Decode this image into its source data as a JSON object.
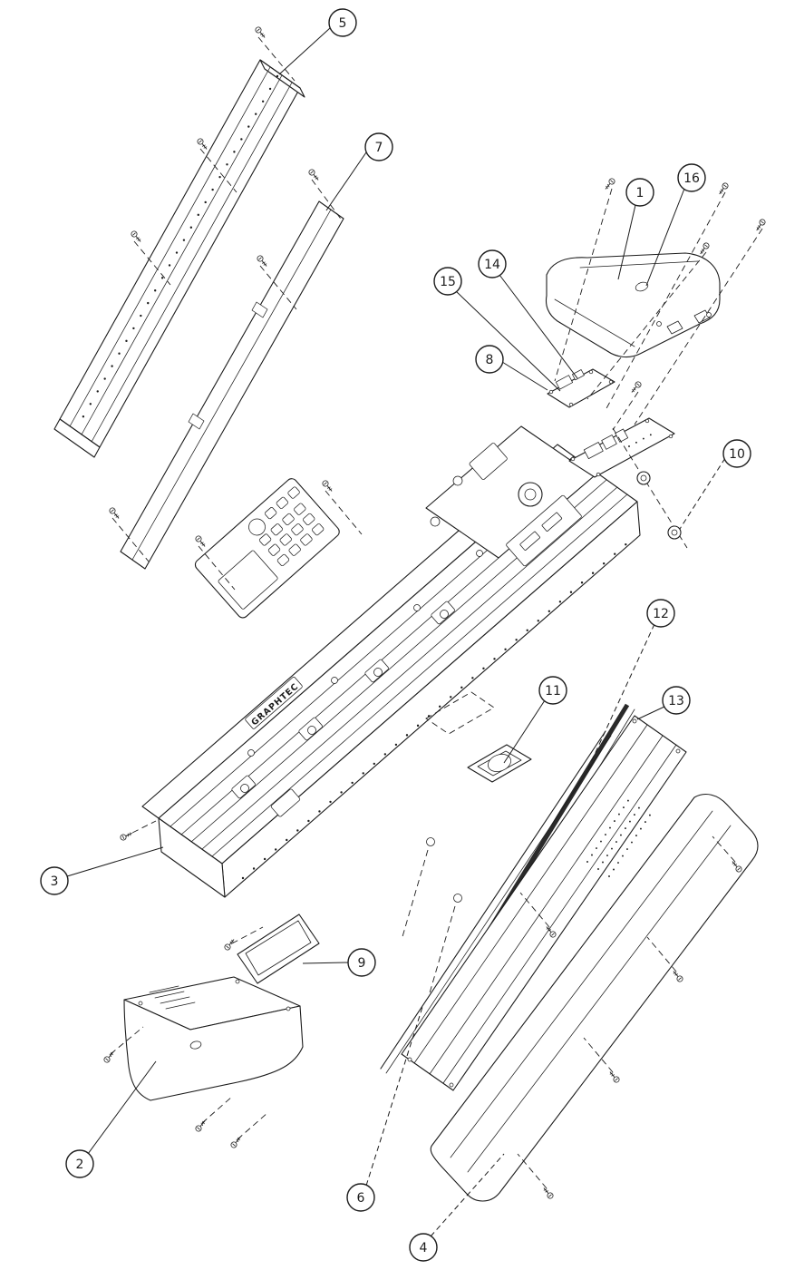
{
  "page": {
    "background_color": "#ffffff",
    "line_color": "#1c1c1c"
  },
  "diagram": {
    "kind": "exploded-parts-diagram",
    "brand_label": "GRAPHTEC",
    "callout_style": "numbered circles with leader lines"
  },
  "callouts": [
    {
      "number": "1"
    },
    {
      "number": "2"
    },
    {
      "number": "3"
    },
    {
      "number": "4"
    },
    {
      "number": "5"
    },
    {
      "number": "6"
    },
    {
      "number": "7"
    },
    {
      "number": "8"
    },
    {
      "number": "9"
    },
    {
      "number": "10"
    },
    {
      "number": "11"
    },
    {
      "number": "12"
    },
    {
      "number": "13"
    },
    {
      "number": "14"
    },
    {
      "number": "15"
    },
    {
      "number": "16"
    }
  ]
}
